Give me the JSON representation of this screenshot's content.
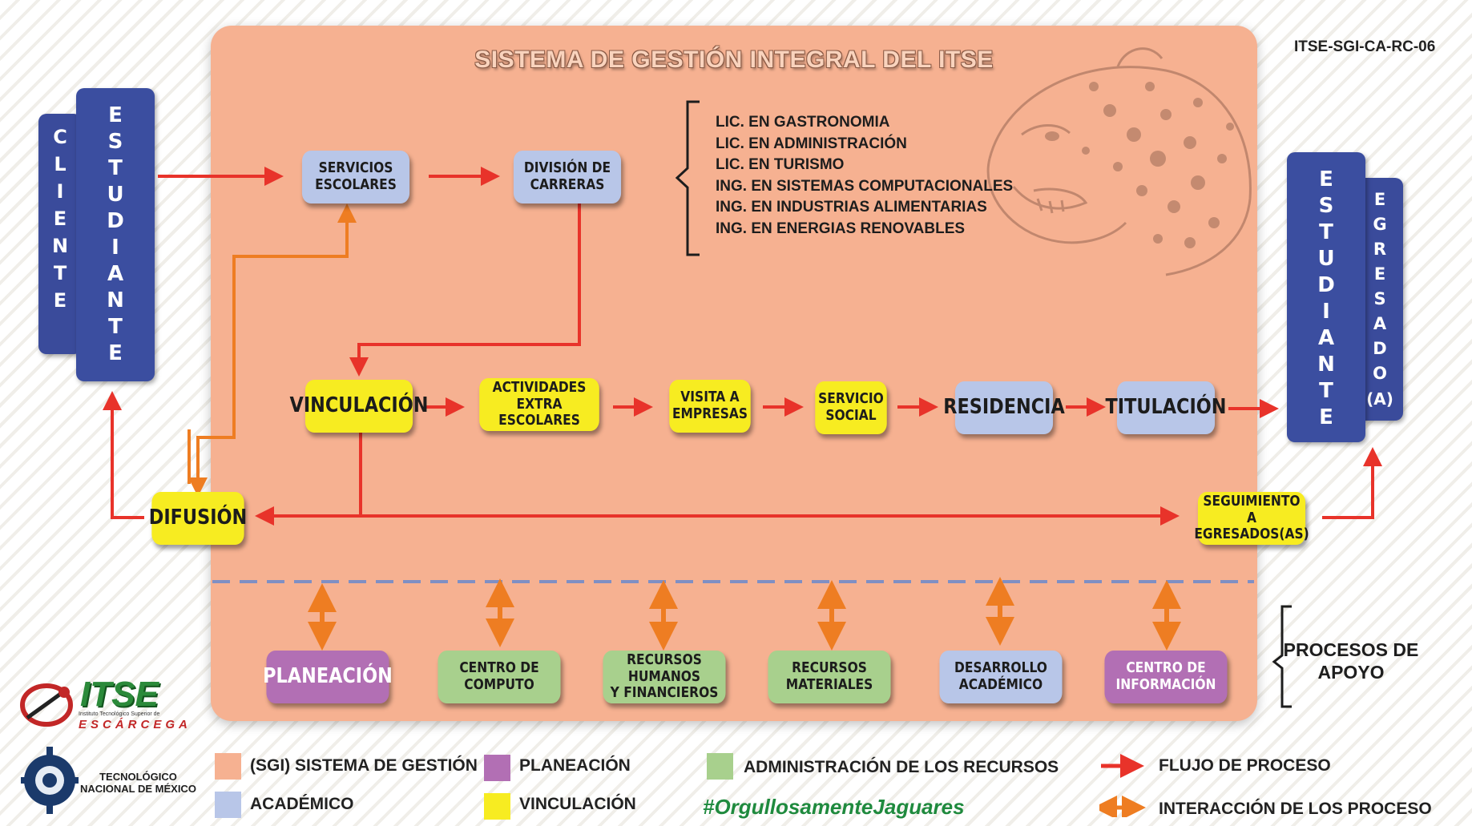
{
  "document_code": "ITSE-SGI-CA-RC-06",
  "title": "SISTEMA DE GESTIÓN INTEGRAL DEL ITSE",
  "left_actor": {
    "outer": "CLIENTE",
    "inner": "ESTUDIANTE"
  },
  "right_actor": {
    "outer": "ESTUDIANTE",
    "inner": "EGRESADO",
    "suffix": "(A)"
  },
  "careers": [
    "LIC. EN GASTRONOMIA",
    "LIC. EN ADMINISTRACIÓN",
    "LIC. EN TURISMO",
    "ING. EN SISTEMAS COMPUTACIONALES",
    "ING. EN INDUSTRIAS ALIMENTARIAS",
    "ING. EN ENERGIAS RENOVABLES"
  ],
  "process": {
    "servicios_escolares": "SERVICIOS\nESCOLARES",
    "division_carreras": "DIVISIÓN DE\nCARRERAS",
    "vinculacion": "VINCULACIÓN",
    "actividades": "ACTIVIDADES\nEXTRA ESCOLARES",
    "visita": "VISITA A\nEMPRESAS",
    "servicio_social": "SERVICIO\nSOCIAL",
    "residencia": "RESIDENCIA",
    "titulacion": "TITULACIÓN",
    "difusion": "DIFUSIÓN",
    "seguimiento": "SEGUIMIENTO\nA EGRESADOS(AS)"
  },
  "support": {
    "label": "PROCESOS DE APOYO",
    "items": [
      "PLANEACIÓN",
      "CENTRO DE\nCOMPUTO",
      "RECURSOS HUMANOS\nY FINANCIEROS",
      "RECURSOS\nMATERIALES",
      "DESARROLLO\nACADÉMICO",
      "CENTRO DE\nINFORMACIÓN"
    ]
  },
  "logos": {
    "itse": "ITSE",
    "itse_sub": "Instituto Tecnológico Superior de",
    "itse_city": "ESCÁRCEGA",
    "tecnm": "TECNOLÓGICO\nNACIONAL DE MÉXICO"
  },
  "legend": {
    "sgi": "(SGI) SISTEMA DE GESTIÓN",
    "academico": "ACADÉMICO",
    "planeacion": "PLANEACIÓN",
    "vinculacion": "VINCULACIÓN",
    "administracion": "ADMINISTRACIÓN DE LOS RECURSOS",
    "flujo": "FLUJO DE PROCESO",
    "interaccion": "INTERACCIÓN DE LOS PROCESO"
  },
  "hashtag": "#OrgullosamenteJaguares",
  "colors": {
    "panel": "#f6b191",
    "academico": "#b8c6e8",
    "vinculacion": "#f7ec21",
    "planeacion": "#b26fb4",
    "administracion": "#a8d08d",
    "flow_arrow": "#e8332a",
    "interaction_arrow": "#ee7d22",
    "actor": "#3a4b9b"
  },
  "icons": [
    "jaguar-illustration",
    "itse-logo",
    "tecnm-logo"
  ]
}
